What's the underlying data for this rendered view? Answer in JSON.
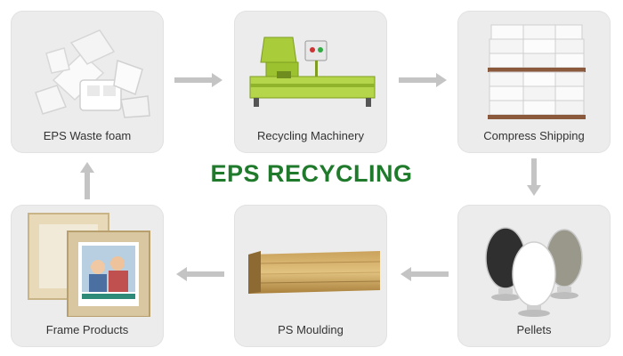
{
  "title": "EPS RECYCLING",
  "accent_color": "#1f7a2c",
  "arrow_color": "#c4c4c4",
  "steps": [
    {
      "label": "EPS Waste foam",
      "icon": "foam-pieces-icon"
    },
    {
      "label": "Recycling Machinery",
      "icon": "compactor-machine-icon"
    },
    {
      "label": "Compress Shipping",
      "icon": "pallet-blocks-icon"
    },
    {
      "label": "Frame Products",
      "icon": "photo-frame-icon"
    },
    {
      "label": "PS Moulding",
      "icon": "moulding-strip-icon"
    },
    {
      "label": "Pellets",
      "icon": "pellet-piles-icon"
    }
  ]
}
